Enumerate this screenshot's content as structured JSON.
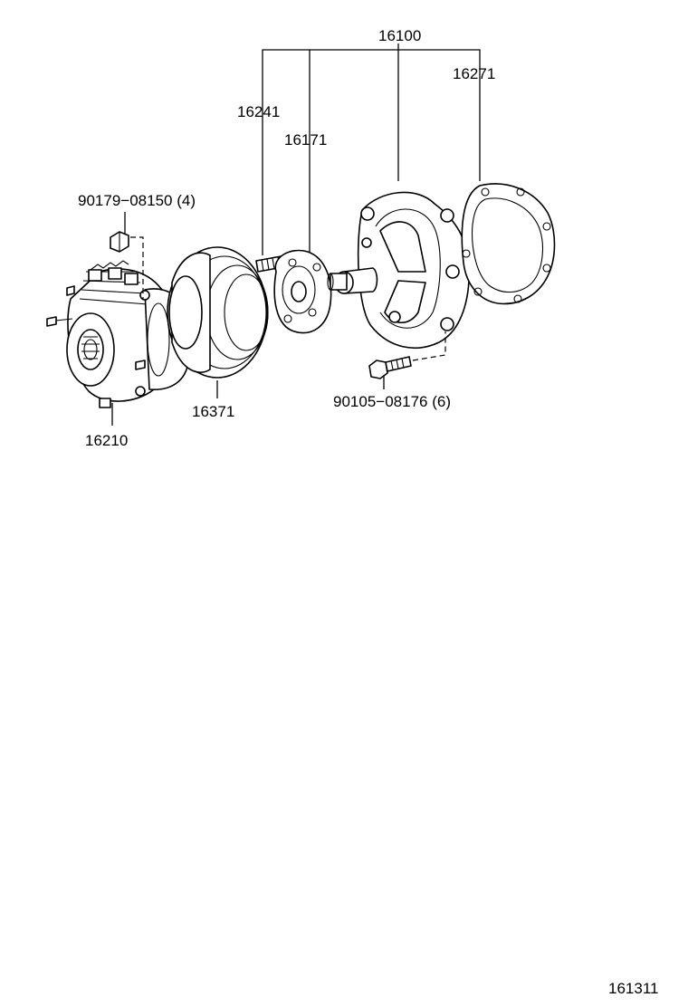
{
  "labels": {
    "p16100": "16100",
    "p16271": "16271",
    "p16241": "16241",
    "p16171": "16171",
    "p90179": "90179−08150 (4)",
    "p16371": "16371",
    "p16210": "16210",
    "p90105": "90105−08176 (6)",
    "ref": "161311"
  },
  "colors": {
    "ink": "#000000",
    "paper": "#ffffff"
  }
}
